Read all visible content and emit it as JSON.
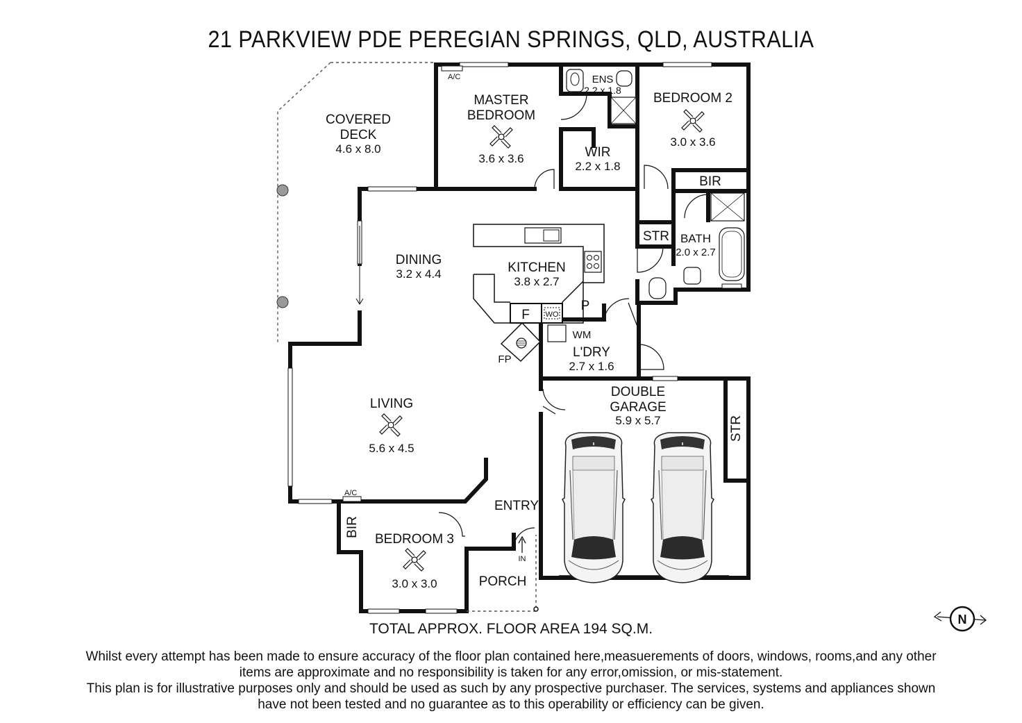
{
  "header": {
    "title": "21 PARKVIEW PDE PEREGIAN SPRINGS, QLD, AUSTRALIA"
  },
  "rooms": {
    "covered_deck": {
      "name_line1": "COVERED",
      "name_line2": "DECK",
      "dims": "4.6 x 8.0"
    },
    "master_bedroom": {
      "name_line1": "MASTER",
      "name_line2": "BEDROOM",
      "dims": "3.6 x 3.6"
    },
    "ensuite": {
      "name": "ENS",
      "dims": "2.2 x 1.8"
    },
    "wir": {
      "name": "WIR",
      "dims": "2.2 x 1.8"
    },
    "bedroom2": {
      "name": "BEDROOM 2",
      "dims": "3.0 x 3.6"
    },
    "bir_bed2": {
      "name": "BIR"
    },
    "bath": {
      "name": "BATH",
      "dims": "2.0 x 2.7"
    },
    "str_hall": {
      "name": "STR"
    },
    "dining": {
      "name": "DINING",
      "dims": "3.2 x 4.4"
    },
    "kitchen": {
      "name": "KITCHEN",
      "dims": "3.8 x 2.7"
    },
    "fridge": {
      "name": "F"
    },
    "wall_oven": {
      "name": "WO"
    },
    "pantry": {
      "name": "P"
    },
    "washing_machine": {
      "name": "WM"
    },
    "laundry": {
      "name": "L'DRY",
      "dims": "2.7 x 1.6"
    },
    "fireplace": {
      "name": "FP"
    },
    "living": {
      "name": "LIVING",
      "dims": "5.6 x 4.5"
    },
    "double_garage": {
      "name_line1": "DOUBLE",
      "name_line2": "GARAGE",
      "dims": "5.9 x 5.7"
    },
    "str_garage": {
      "name": "STR"
    },
    "entry": {
      "name": "ENTRY"
    },
    "entry_in": {
      "name": "IN"
    },
    "porch": {
      "name": "PORCH"
    },
    "bedroom3": {
      "name": "BEDROOM 3",
      "dims": "3.0 x 3.0"
    },
    "bir_bed3": {
      "name": "BIR"
    },
    "ac_master": {
      "name": "A/C"
    },
    "ac_living": {
      "name": "A/C"
    }
  },
  "compass": {
    "label": "N"
  },
  "footer": {
    "total_area": "TOTAL APPROX. FLOOR AREA 194 SQ.M.",
    "disclaimer_line1": "Whilst every attempt has been made to ensure accuracy of the floor plan contained here,measuerements of doors, windows, rooms,and any other",
    "disclaimer_line2": "items are approximate  and no responsibility is taken for any error,omission, or mis-statement.",
    "disclaimer_line3": "This plan is for illustrative purposes only and should be used as such by any prospective purchaser. The services, systems and appliances shown",
    "disclaimer_line4": "have not been tested and no guarantee as to this operability or efficiency can be given."
  }
}
